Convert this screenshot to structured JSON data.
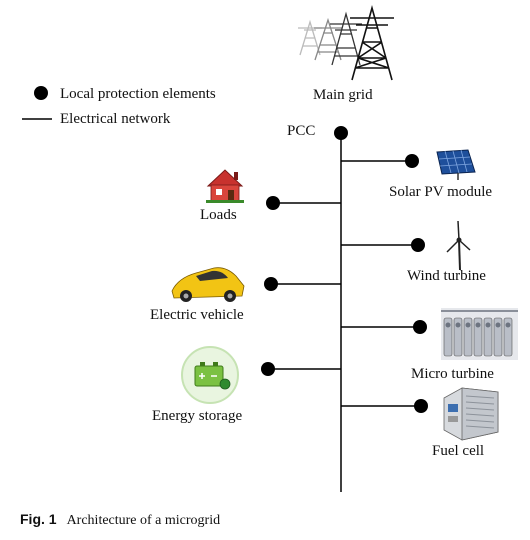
{
  "legend": {
    "protection_label": "Local protection elements",
    "network_label": "Electrical network"
  },
  "main_grid": {
    "label": "Main grid",
    "icon": "transmission-tower-icon"
  },
  "pcc": {
    "label": "PCC"
  },
  "nodes": {
    "solar": {
      "label": "Solar PV module",
      "icon": "solar-panel-icon"
    },
    "loads": {
      "label": "Loads",
      "icon": "house-icon"
    },
    "wind": {
      "label": "Wind turbine",
      "icon": "wind-turbine-icon"
    },
    "ev": {
      "label": "Electric vehicle",
      "icon": "car-icon"
    },
    "micro": {
      "label": "Micro turbine",
      "icon": "micro-turbine-icon"
    },
    "storage": {
      "label": "Energy storage",
      "icon": "battery-icon"
    },
    "fuel": {
      "label": "Fuel cell",
      "icon": "fuel-cell-icon"
    }
  },
  "caption": {
    "fig": "Fig. 1",
    "text": "Architecture of a microgrid"
  }
}
